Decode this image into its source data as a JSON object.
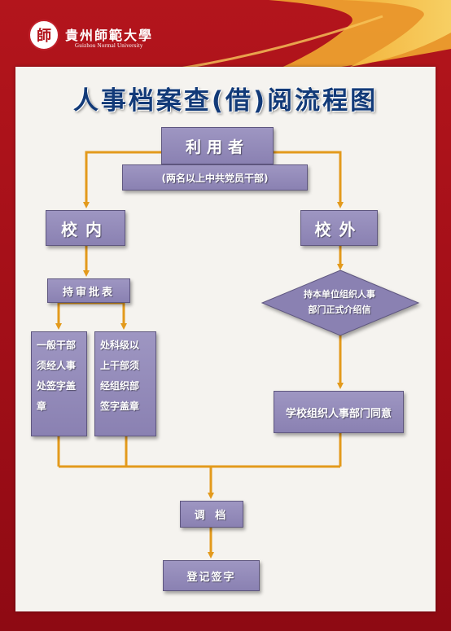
{
  "branding": {
    "logo_char": "師",
    "university_name": "貴州師範大學",
    "university_english": "Guizhou Normal University"
  },
  "title": "人事档案查(借)阅流程图",
  "nodes": {
    "user": "利用者",
    "user_note": "(两名以上中共党员干部)",
    "internal": "校内",
    "external": "校外",
    "approval": "持审批表",
    "general_cadre_lines": [
      "一般干部",
      "须经人事",
      "处签字盖",
      "章"
    ],
    "senior_cadre_lines": [
      "处科级以",
      "上干部须",
      "经组织部",
      "签字盖章"
    ],
    "letter_lines": [
      "持本单位组织人事",
      "部门正式介绍信"
    ],
    "dept_agree": "学校组织人事部门同意",
    "transfer": "调 档",
    "register_sign": "登记签字"
  },
  "colors": {
    "background_red": "#b3151c",
    "box_fill": "#8a81b2",
    "arrow": "#e39a1c",
    "title_blue": "#123a78"
  }
}
